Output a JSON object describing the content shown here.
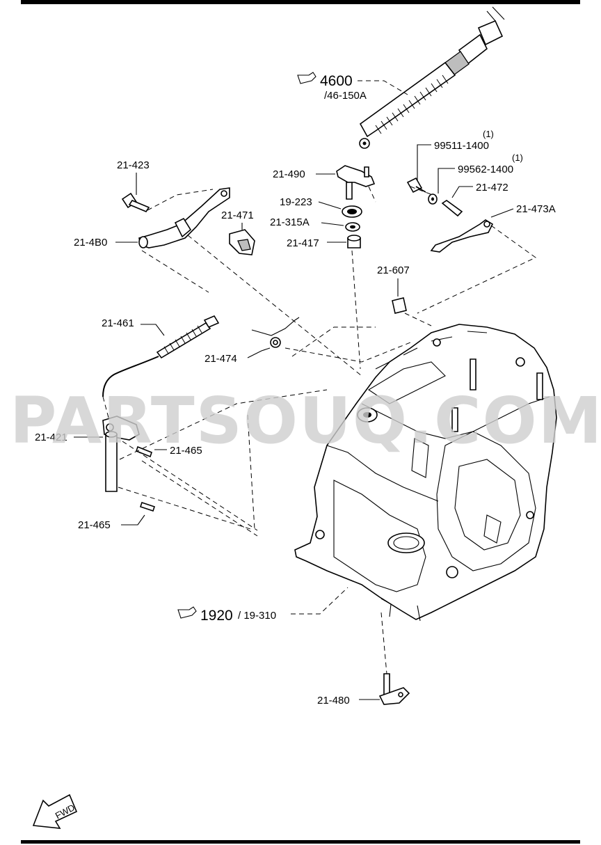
{
  "labels": {
    "l4600": "4600",
    "l46150a": "/46-150A",
    "l99511": "99511-1400",
    "l99511q": "(1)",
    "l99562": "99562-1400",
    "l99562q": "(1)",
    "l21472": "21-472",
    "l21473a": "21-473A",
    "l21423": "21-423",
    "l21490": "21-490",
    "l19223": "19-223",
    "l21315a": "21-315A",
    "l21417": "21-417",
    "l21471": "21-471",
    "l214b0": "21-4B0",
    "l21607": "21-607",
    "l21461": "21-461",
    "l21474": "21-474",
    "l21421": "21-421",
    "l21465a": "21-465",
    "l21465b": "21-465",
    "l1920": "1920",
    "l19310": "/ 19-310",
    "l21480": "21-480",
    "fwd": "FWD"
  },
  "watermark": "PARTSOUQ.COM",
  "icons": {
    "ref_arrow": "reference-arrow-icon",
    "fwd_arrow": "fwd-arrow-icon"
  },
  "colors": {
    "line": "#000000",
    "watermark": "#cfcfcf",
    "background": "#ffffff"
  }
}
